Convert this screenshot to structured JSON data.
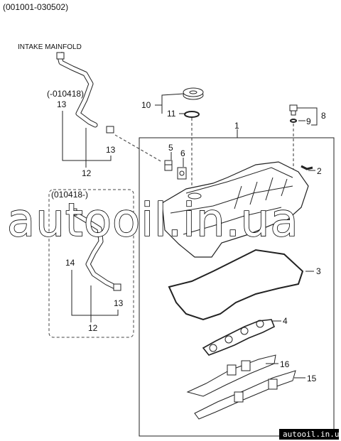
{
  "header": {
    "code": "(001001-030502)"
  },
  "labels": {
    "intake": "INTAKE MAINFOLD",
    "range_a": "(-010418)",
    "range_b": "(010418-)",
    "n1": "1",
    "n2": "2",
    "n3": "3",
    "n4": "4",
    "n5": "5",
    "n6": "6",
    "n8": "8",
    "n9": "9",
    "n10": "10",
    "n11": "11",
    "n12a": "12",
    "n12b": "12",
    "n13a": "13",
    "n13b": "13",
    "n13c": "13",
    "n14": "14",
    "n15": "15",
    "n16": "16"
  },
  "watermark": {
    "text": "autooil.in.ua",
    "url": "autooil.in.ua"
  }
}
